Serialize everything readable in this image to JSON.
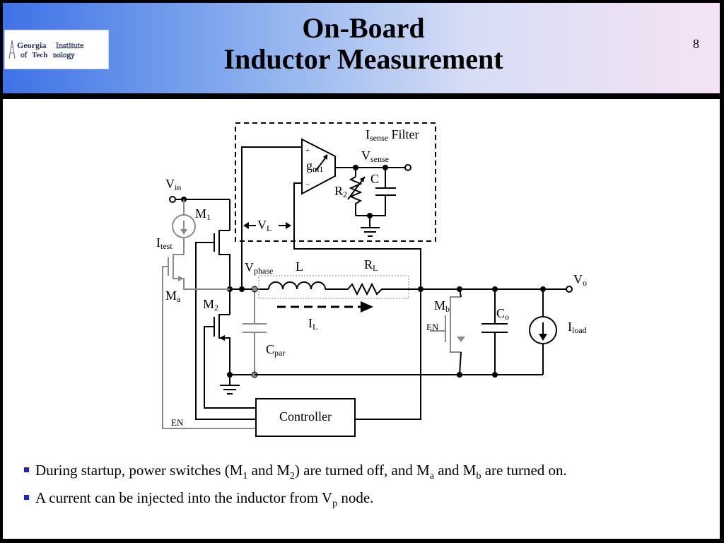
{
  "header": {
    "title_line1": "On-Board",
    "title_line2": "Inductor Measurement",
    "page_number": "8",
    "logo": {
      "line1a": "Georgia",
      "line1b": "Institute",
      "line2a": "of ",
      "line2b": "Tech",
      "line2c": "nology"
    }
  },
  "diagram": {
    "filter_label": "I",
    "filter_label_sub": "sense",
    "filter_label_suffix": " Filter",
    "vsense": "V",
    "vsense_sub": "sense",
    "gm": "g",
    "gm_sub": "m1",
    "amp_plus": "+",
    "amp_minus": "−",
    "c_label": "C",
    "r2": "R",
    "r2_sub": "2",
    "vin": "V",
    "vin_sub": "in",
    "m1": "M",
    "m1_sub": "1",
    "vl": "V",
    "vl_sub": "L",
    "itest": "I",
    "itest_sub": "test",
    "vphase": "V",
    "vphase_sub": "phase",
    "inductor": "L",
    "rl": "R",
    "rl_sub": "L",
    "vo": "V",
    "vo_sub": "o",
    "ma": "M",
    "ma_sub": "a",
    "m2": "M",
    "m2_sub": "2",
    "mb": "M",
    "mb_sub": "b",
    "co": "C",
    "co_sub": "o",
    "en_mb": "EN",
    "il": "I",
    "il_sub": "L",
    "iload": "I",
    "iload_sub": "load",
    "cpar": "C",
    "cpar_sub": "par",
    "controller": "Controller",
    "en_ctrl": "EN"
  },
  "bullets": [
    {
      "t1": "During startup, power switches (M",
      "s1": "1",
      "t2": " and M",
      "s2": "2",
      "t3": ") are turned off, and M",
      "s3": "a",
      "t4": " and M",
      "s4": "b",
      "t5": " are turned on."
    },
    {
      "t1": "A current can be injected into the inductor from V",
      "s1": "p",
      "t2": " node."
    }
  ],
  "colors": {
    "bullet_marker": "#1d23c9",
    "gray_wire": "#8a8a8a",
    "black_wire": "#000000"
  }
}
